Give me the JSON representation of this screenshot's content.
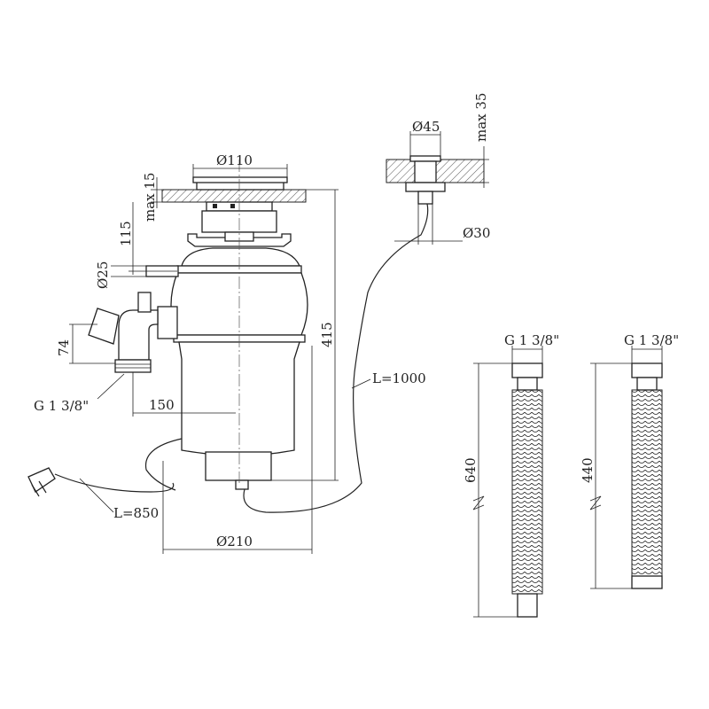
{
  "dimensions": {
    "sink_opening_diameter": "Ø110",
    "sink_thickness": "max 15",
    "height_to_outlet": "115",
    "dishwasher_inlet_diameter": "Ø25",
    "outlet_height": "74",
    "outlet_thread": "G 1 3/8\"",
    "outlet_offset": "150",
    "total_height": "415",
    "body_diameter": "Ø210",
    "power_cord_length": "L=850",
    "air_switch_cord_length": "L=1000",
    "air_button_diameter": "Ø45",
    "air_button_hole_diameter": "Ø30",
    "air_button_countertop_thickness": "max 35"
  },
  "hoses": [
    {
      "thread": "G 1 3/8\"",
      "length": "640"
    },
    {
      "thread": "G 1 3/8\"",
      "length": "440"
    }
  ],
  "colors": {
    "line": "#222222",
    "background": "#ffffff"
  }
}
